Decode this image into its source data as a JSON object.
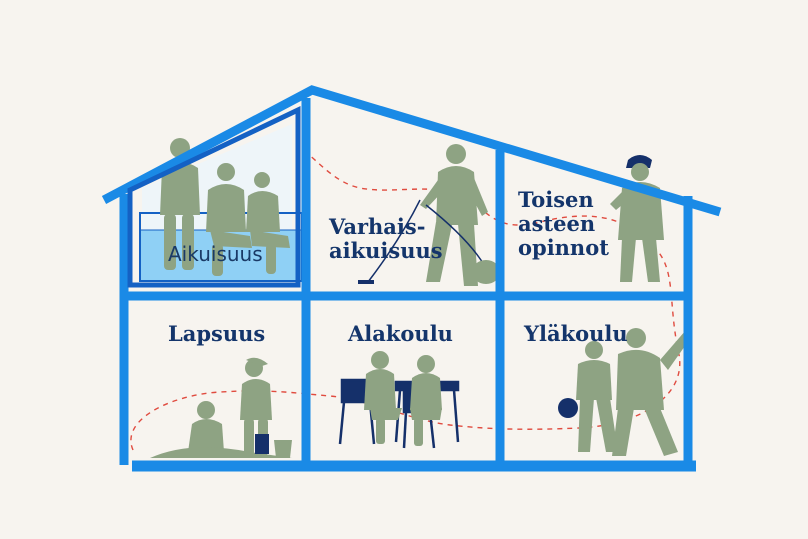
{
  "colors": {
    "background": "#f7f4ef",
    "frame": "#1a8ae6",
    "frame_dark": "#1461c4",
    "window_glass": "#8fd0f5",
    "figure": "#8ea383",
    "figure_shadow": "#7a8f70",
    "label": "#14356b",
    "path": "#e04b3f",
    "furniture": "#15306a"
  },
  "rooms": {
    "aikuisuus": "Aikuisuus",
    "varhaisaikuisuus_line1": "Varhais-",
    "varhaisaikuisuus_line2": "aikuisuus",
    "toisen_asteen_line1": "Toisen",
    "toisen_asteen_line2": "asteen",
    "toisen_asteen_line3": "opinnot",
    "lapsuus": "Lapsuus",
    "alakoulu": "Alakoulu",
    "ylakoulu": "Yläkoulu"
  },
  "icons": [
    "house-frame-icon",
    "vacuum-cleaner-icon",
    "ball-icon",
    "bucket-icon",
    "school-desk-icon"
  ]
}
